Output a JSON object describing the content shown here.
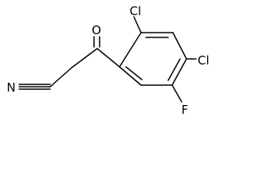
{
  "molecule": {
    "atoms": {
      "oxygen": "O",
      "nitrile_nitrogen": "N",
      "chlorine_2": "Cl",
      "chlorine_4": "Cl",
      "fluorine_5": "F"
    }
  }
}
